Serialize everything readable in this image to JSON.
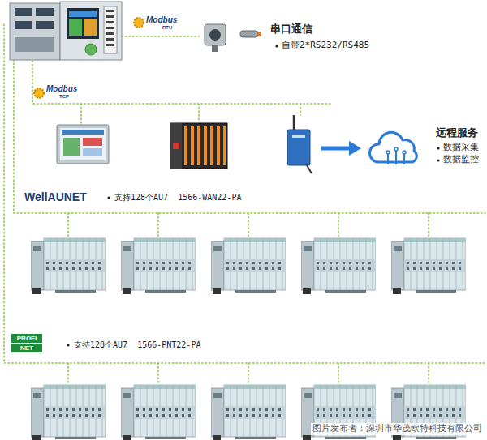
{
  "diagram": {
    "labels": [
      "Modbus",
      "RTU",
      "串口通信",
      "自带2*RS232/RS485",
      "Modbus",
      "TCP",
      "远程服务",
      "数据采集",
      "数据监控",
      "WellAUNET",
      "支持128个AU7  1566-WAN22-PA",
      "PROFI",
      "NET",
      "支持128个AU7  1566-PNT22-PA",
      "图片发布者：深圳市华茂欧特科技有限公司"
    ]
  }
}
